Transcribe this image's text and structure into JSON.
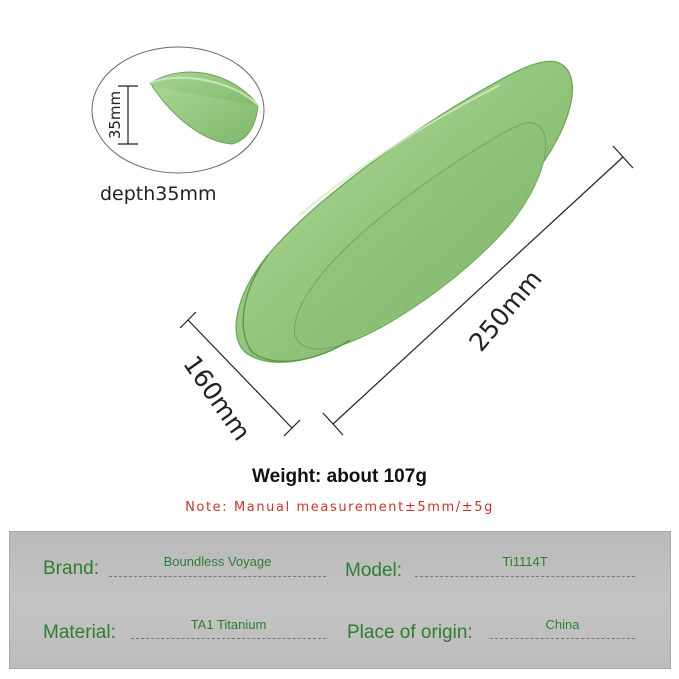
{
  "inset": {
    "dimension_label": "35mm",
    "caption": "depth35mm"
  },
  "dimensions": {
    "length_label": "250mm",
    "width_label": "160mm"
  },
  "weight_text": "Weight: about 107g",
  "note_text": "Note: Manual measurement±5mm/±5g",
  "specs": {
    "brand_label": "Brand:",
    "brand_value": "Boundless Voyage",
    "model_label": "Model:",
    "model_value": "Ti1114T",
    "material_label": "Material:",
    "material_value": "TA1 Titanium",
    "origin_label": "Place of origin:",
    "origin_value": "China"
  },
  "colors": {
    "spec_text": "#2e7d32",
    "note_text": "#c0392b",
    "bowl_green": "#8fc87a"
  }
}
